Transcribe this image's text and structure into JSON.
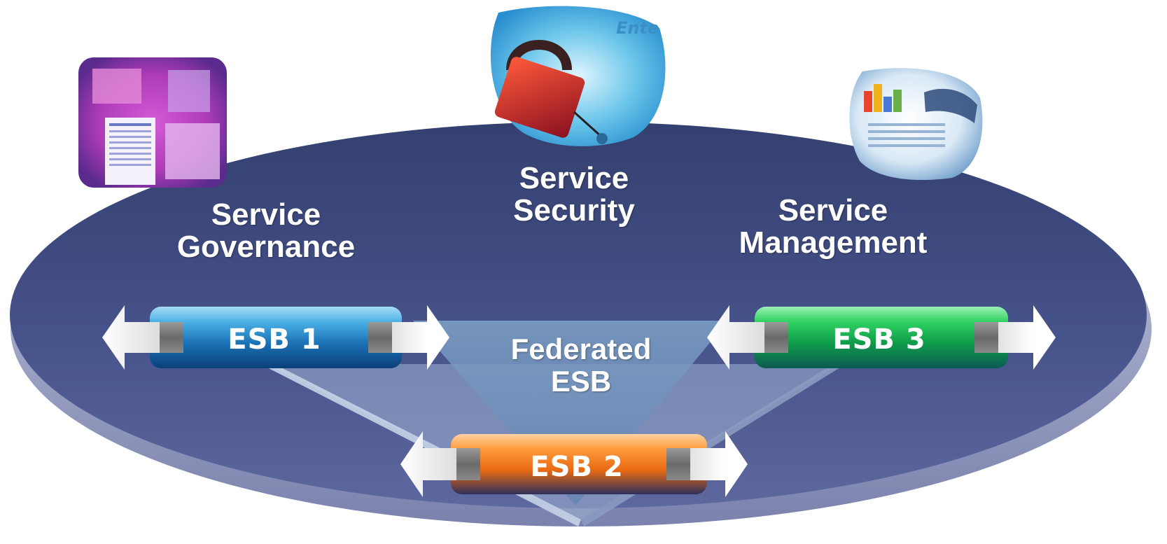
{
  "diagram": {
    "pillars": [
      {
        "id": "governance",
        "line1": "Service",
        "line2": "Governance"
      },
      {
        "id": "security",
        "line1": "Service",
        "line2": "Security"
      },
      {
        "id": "management",
        "line1": "Service",
        "line2": "Management"
      }
    ],
    "center": {
      "line1": "Federated",
      "line2": "ESB"
    },
    "buses": [
      {
        "id": "esb1",
        "label": "ESB 1",
        "color": "#2a8fd0"
      },
      {
        "id": "esb2",
        "label": "ESB 2",
        "color": "#f07a1e"
      },
      {
        "id": "esb3",
        "label": "ESB 3",
        "color": "#1fa84a"
      }
    ],
    "platform_color": "#3f4b82"
  }
}
